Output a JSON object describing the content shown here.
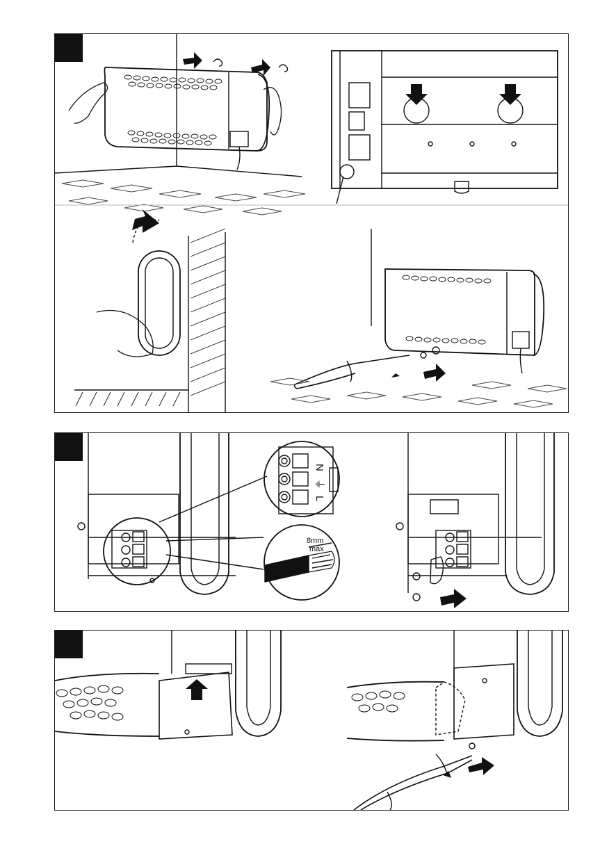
{
  "panels": [
    {
      "id": "mounting"
    },
    {
      "id": "wiring"
    },
    {
      "id": "cover"
    }
  ],
  "terminal_labels": {
    "neutral": "N",
    "earth": "⏚",
    "live": "L"
  },
  "strip_length": {
    "value": "8mm",
    "qualifier": "max"
  }
}
